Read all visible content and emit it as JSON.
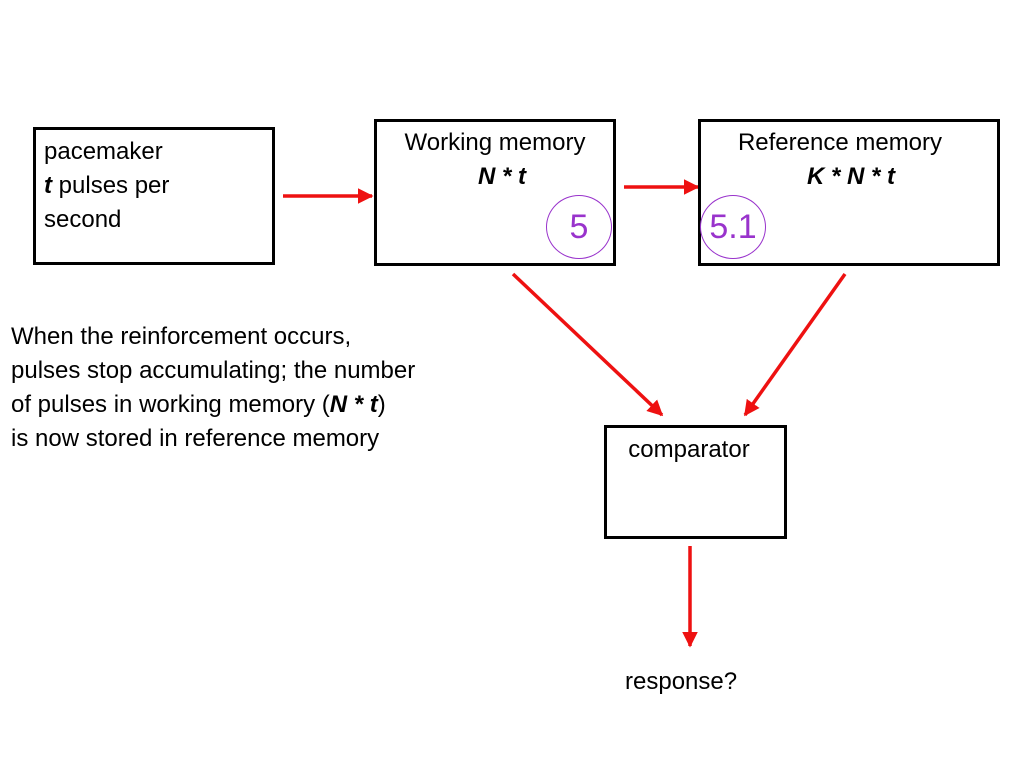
{
  "pacemaker": {
    "line1": "pacemaker",
    "line2_var": "t",
    "line2_rest": " pulses per",
    "line3": "second"
  },
  "working_memory": {
    "title": "Working memory",
    "formula": "N * t",
    "count_badge": "5"
  },
  "reference_memory": {
    "title": "Reference memory",
    "formula": "K * N * t",
    "count_badge": "5.1"
  },
  "comparator": {
    "label": "comparator"
  },
  "response": {
    "label": "response?"
  },
  "explanation": {
    "line1": "When the reinforcement occurs,",
    "line2": "pulses stop accumulating; the number",
    "line3_pre": "of pulses in working memory (",
    "line3_formula": "N * t",
    "line3_post": ")",
    "line4": "is now stored in reference memory"
  },
  "colors": {
    "arrow": "#ee1111",
    "badge": "#9933cc",
    "border": "#000000"
  }
}
